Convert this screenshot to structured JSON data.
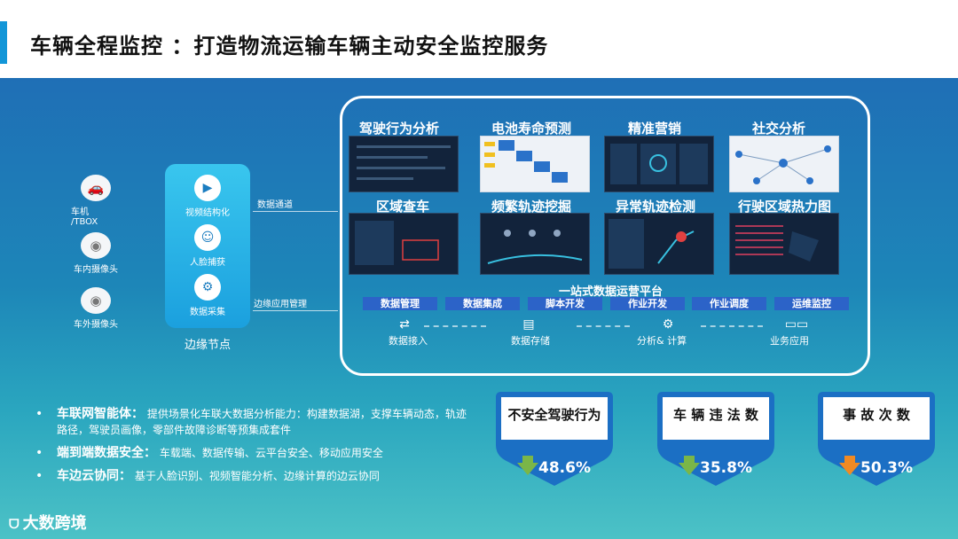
{
  "header": {
    "title": "车辆全程监控 ：打造物流运输车辆主动安全监控服务"
  },
  "sources": [
    {
      "label": "车机\n/TBOX",
      "icon": "car-icon"
    },
    {
      "label": "车内摄像头",
      "icon": "camera-icon"
    },
    {
      "label": "车外摄像头",
      "icon": "camera-icon"
    }
  ],
  "edge": {
    "items": [
      {
        "label": "视频结构化",
        "icon": "video-icon"
      },
      {
        "label": "人脸捕获",
        "icon": "face-icon"
      },
      {
        "label": "数据采集",
        "icon": "data-icon"
      }
    ],
    "caption": "边缘节点"
  },
  "channels": {
    "data": "数据通道",
    "app": "边缘应用管理"
  },
  "tiles": [
    {
      "title": "驾驶行为分析"
    },
    {
      "title": "电池寿命预测"
    },
    {
      "title": "精准营销"
    },
    {
      "title": "社交分析"
    },
    {
      "title": "区域查车"
    },
    {
      "title": "频繁轨迹挖掘"
    },
    {
      "title": "异常轨迹检测"
    },
    {
      "title": "行驶区域热力图"
    }
  ],
  "platform": {
    "title": "一站式数据运营平台",
    "modules": [
      "数据管理",
      "数据集成",
      "脚本开发",
      "作业开发",
      "作业调度",
      "运维监控"
    ],
    "flow": [
      "数据接入",
      "数据存储",
      "分析& 计算",
      "业务应用"
    ]
  },
  "bullets": [
    {
      "head": "车联网智能体：",
      "body": "提供场景化车联大数据分析能力：构建数据湖，支撑车辆动态，轨迹路径，驾驶员画像，零部件故障诊断等预集成套件"
    },
    {
      "head": "端到端数据安全：",
      "body": "车载端、数据传输、云平台安全、移动应用安全"
    },
    {
      "head": "车边云协同：",
      "body": "基于人脸识别、视频智能分析、边缘计算的边云协同"
    }
  ],
  "stats": [
    {
      "title": "不安全驾驶行为",
      "value": "48.6%",
      "arrow_color": "#7ab648",
      "direction": "down"
    },
    {
      "title": "车 辆 违 法 数",
      "value": "35.8%",
      "arrow_color": "#7ab648",
      "direction": "down"
    },
    {
      "title": "事 故 次 数",
      "value": "50.3%",
      "arrow_color": "#f08a24",
      "direction": "down"
    }
  ],
  "logo": {
    "text": "大数跨境"
  }
}
